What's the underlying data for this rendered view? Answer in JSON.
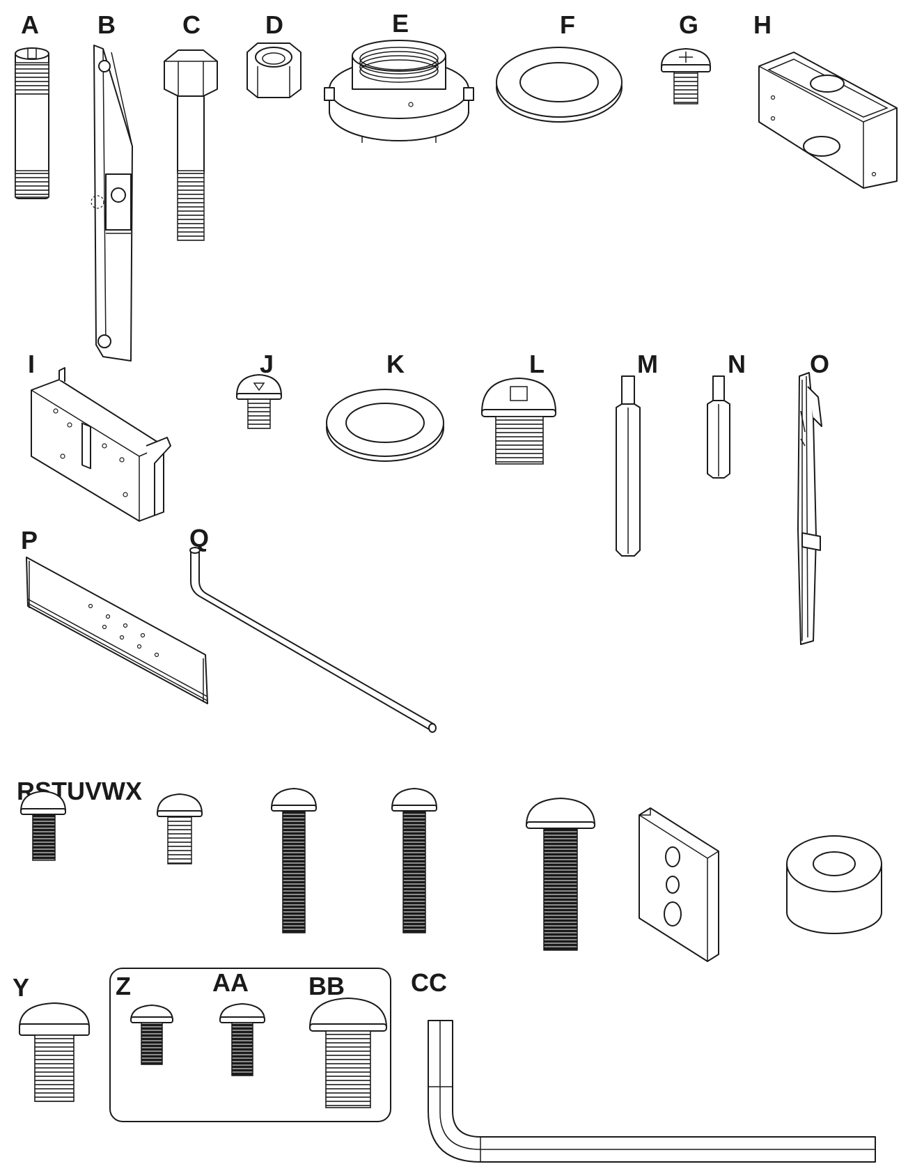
{
  "labels": {
    "A": "A",
    "B": "B",
    "C": "C",
    "D": "D",
    "E": "E",
    "F": "F",
    "G": "G",
    "H": "H",
    "I": "I",
    "J": "J",
    "K": "K",
    "L": "L",
    "M": "M",
    "N": "N",
    "O": "O",
    "P": "P",
    "Q": "Q",
    "RSTUVWX": "RSTUVWX",
    "Y": "Y",
    "Z": "Z",
    "AA": "AA",
    "BB": "BB",
    "CC": "CC"
  },
  "colors": {
    "line": "#1a1a1a",
    "background": "#ffffff"
  }
}
